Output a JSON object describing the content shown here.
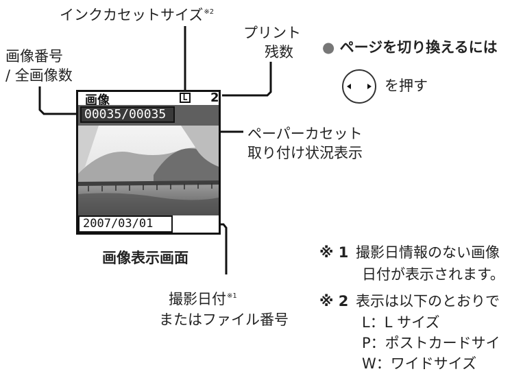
{
  "labels": {
    "ink_cassette": "インクカセットサイズ",
    "ink_cassette_mark": "※2",
    "print_remaining_line1": "プリント",
    "print_remaining_line2": "残数",
    "image_number_line1": "画像番号",
    "image_number_line2": "/ 全画像数",
    "paper_cassette_line1": "ペーパーカセット",
    "paper_cassette_line2": "取り付け状況表示",
    "capture_date_line1": "撮影日付",
    "capture_date_mark": "※1",
    "capture_date_line2": "またはファイル番号",
    "screen_caption": "画像表示画面"
  },
  "screen": {
    "header_label": "画像",
    "cassette_letter": "L",
    "remaining": "2",
    "image_number": "00035/00035",
    "date": "2007/03/01"
  },
  "page_switch": {
    "bullet": "●",
    "title": "ページを切り換えるには",
    "instruction": "を押す"
  },
  "notes": {
    "note1_mark": "※ 1",
    "note1_line1": "撮影日情報のない画像",
    "note1_line2": "日付が表示されます。",
    "note2_mark": "※ 2",
    "note2_line1": "表示は以下のとおりで",
    "note2_line2": "L：L サイズ",
    "note2_line3": "P：ポストカードサイ",
    "note2_line4": "W：ワイドサイズ"
  },
  "colors": {
    "leader": "#111111",
    "header_bar": "#5f5f5f"
  }
}
